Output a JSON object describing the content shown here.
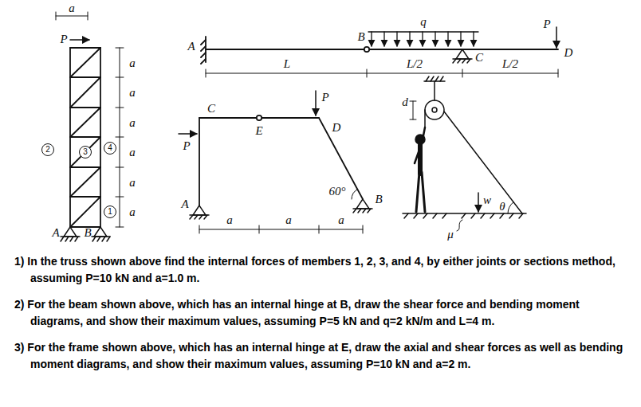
{
  "diagram": {
    "nodes": [
      {
        "text": [
          "2"
        ]
      },
      {
        "text": [
          "3"
        ]
      },
      {
        "text": [
          "4"
        ]
      },
      {
        "text": [
          "1"
        ]
      }
    ],
    "labels": [
      "a",
      "P",
      "a",
      "a",
      "a",
      "a",
      "a",
      "a",
      "A",
      "B",
      "A",
      "B",
      "q",
      "P",
      "D",
      "L",
      "L/2",
      "C",
      "L/2",
      "C",
      "P",
      "P",
      "D",
      "E",
      "A",
      "60°",
      "B",
      "a",
      "a",
      "a",
      "d",
      "w",
      "θ",
      "μ",
      "1) In the truss shown above find the internal forces of members 1, 2, 3, and 4, by either joints or sections method, assuming P=10 kN and a=1.0 m.",
      "2) For the beam shown above, which has an internal hinge at B, draw the shear force and bending moment diagrams, and show their maximum values, assuming P=5 kN and q=2 kN/m and L=4 m.",
      "3) For the frame shown above, which has an internal hinge at E, draw the axial and shear forces as well as bending moment diagrams, and show their maximum values, assuming P=10 kN and a=2 m."
    ]
  }
}
